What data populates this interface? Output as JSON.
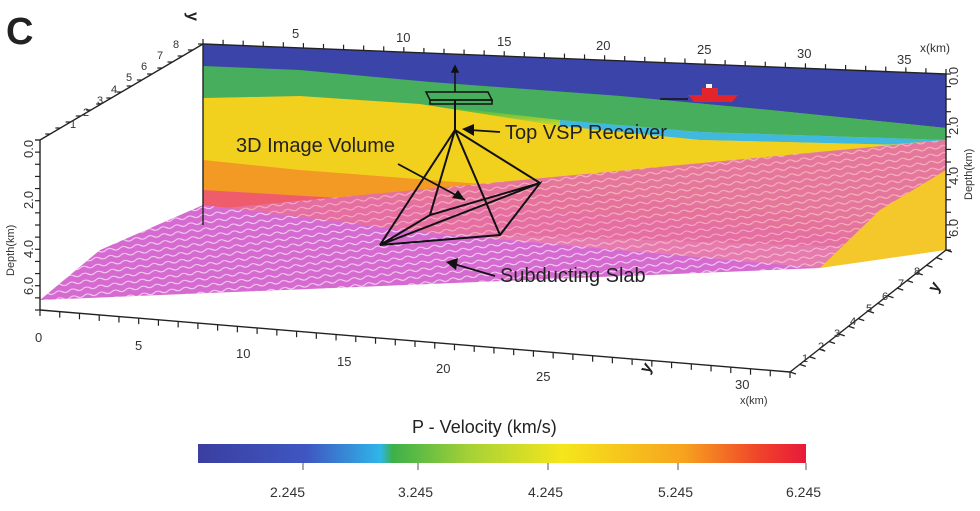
{
  "panel_letter": "C",
  "annotations": {
    "image_volume": "3D Image Volume",
    "vsp_receiver": "Top VSP Receiver",
    "slab": "Subducting Slab"
  },
  "axes": {
    "top_x_label": "x(km)",
    "bottom_x_label": "x(km)",
    "left_depth_label": "Depth(km)",
    "right_depth_label": "Depth(km)",
    "y_label_front": "y",
    "y_label_back": "y",
    "top_x_ticks": [
      "5",
      "10",
      "15",
      "20",
      "25",
      "30",
      "35"
    ],
    "bottom_x_ticks": [
      "0",
      "5",
      "10",
      "15",
      "20",
      "25",
      "30"
    ],
    "left_depth_ticks": [
      "0.0",
      "2.0",
      "4.0",
      "6.0"
    ],
    "right_depth_ticks": [
      "0.0",
      "2.0",
      "4.0",
      "6.0"
    ],
    "back_y_ticks": [
      "1",
      "2",
      "3",
      "4",
      "5",
      "6",
      "7",
      "8"
    ],
    "right_y_ticks": [
      "1",
      "2",
      "3",
      "4",
      "5",
      "6",
      "7",
      "8"
    ]
  },
  "colorbar": {
    "title": "P - Velocity (km/s)",
    "ticks": [
      "2.245",
      "3.245",
      "4.245",
      "5.245",
      "6.245"
    ],
    "colors": [
      "#3a3fa0",
      "#3f57c2",
      "#2fb6e8",
      "#3cb04a",
      "#a8d236",
      "#f5e61c",
      "#f7a21e",
      "#f0452a",
      "#e8193a"
    ]
  },
  "colors": {
    "slab": "#d86fcf",
    "slab_line": "#f4c8ee",
    "axis": "#222222",
    "boat": "#e3242b"
  }
}
